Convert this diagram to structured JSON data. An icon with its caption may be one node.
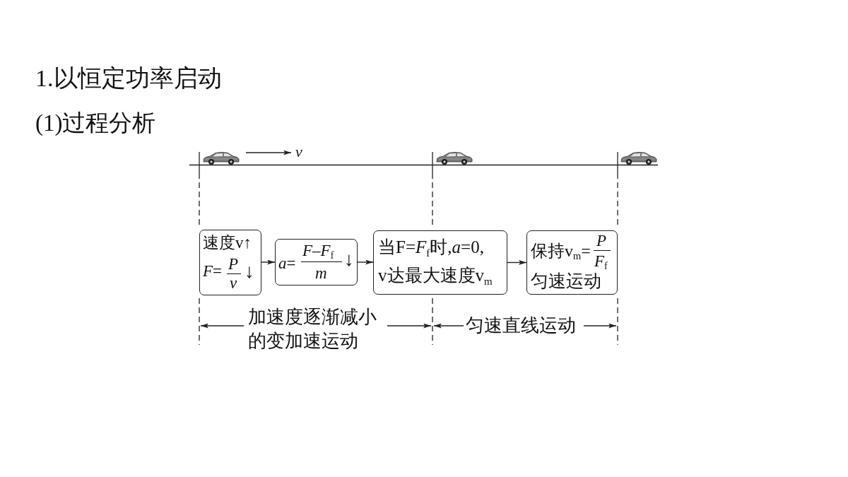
{
  "diagram": {
    "title": "1.以恒定功率启动",
    "nodes": [
      {
        "text": [
          "速度v↑",
          "*F*=",
          "P",
          "v",
          "↓"
        ]
      },
      {
        "text": [
          "*a*=",
          "*F*–*F*$_{f}$",
          "m",
          "↓"
        ]
      },
      {
        "text": [
          "当F=*F*$_{f}$时,*a*=0,",
          "v达最大速度v$_{m}$"
        ]
      },
      {
        "text": [
          "保持v$_{m}$=",
          "P",
          "*F*$_{f}$",
          "匀速运动"
        ]
      }
    ],
    "edges": [
      {
        "from": 0,
        "to": 1,
        "arrow": "to"
      },
      {
        "from": 1,
        "to": 2,
        "arrow": "to"
      },
      {
        "from": 2,
        "to": 3,
        "arrow": "to"
      }
    ],
    "labels": [
      "(1)过程分析",
      "v",
      "加速度逐渐减小的变加速运动",
      "匀速直线运动"
    ]
  }
}
